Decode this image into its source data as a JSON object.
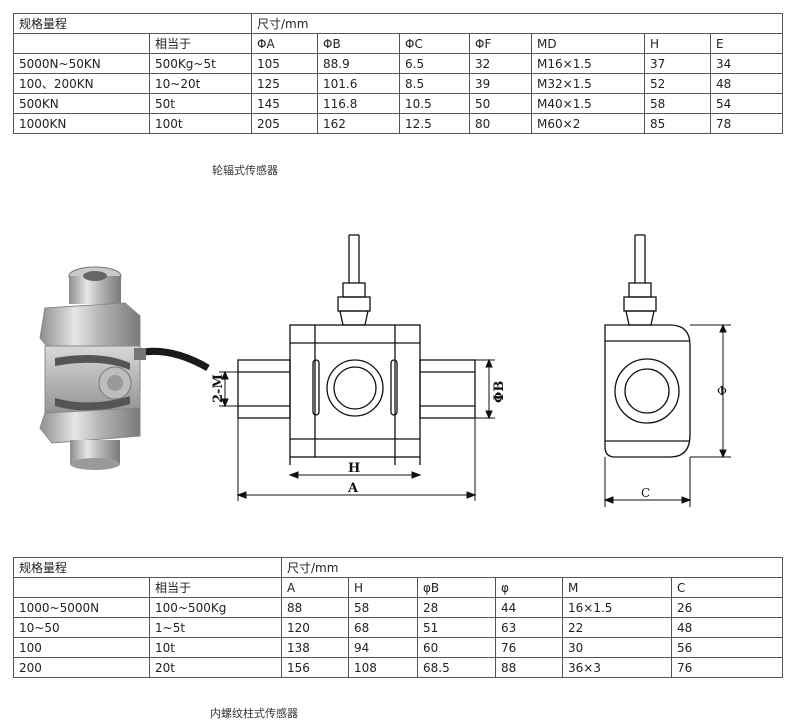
{
  "table1": {
    "header_spec": "规格量程",
    "header_size": "尺寸/mm",
    "cols": [
      "相当于",
      "ΦA",
      "ΦB",
      "ΦC",
      "ΦF",
      "MD",
      "H",
      "E"
    ],
    "rows": [
      [
        "5000N~50KN",
        "500Kg~5t",
        "105",
        "88.9",
        "6.5",
        "32",
        "M16×1.5",
        "37",
        "34"
      ],
      [
        "100、200KN",
        "10~20t",
        "125",
        "101.6",
        "8.5",
        "39",
        "M32×1.5",
        "52",
        "48"
      ],
      [
        "500KN",
        "50t",
        "145",
        "116.8",
        "10.5",
        "50",
        "M40×1.5",
        "58",
        "54"
      ],
      [
        "1000KN",
        "100t",
        "205",
        "162",
        "12.5",
        "80",
        "M60×2",
        "85",
        "78"
      ]
    ]
  },
  "caption1": "轮辐式传感器",
  "drawing": {
    "label_thread": "2-M",
    "label_H": "H",
    "label_A": "A",
    "label_B": "ΦB",
    "label_phi": "Φ",
    "label_C": "C"
  },
  "table2": {
    "header_spec": "规格量程",
    "header_size": "尺寸/mm",
    "cols": [
      "相当于",
      "A",
      "H",
      "φB",
      "φ",
      "M",
      "C"
    ],
    "rows": [
      [
        "1000~5000N",
        "100~500Kg",
        "88",
        "58",
        "28",
        "44",
        "16×1.5",
        "26"
      ],
      [
        "10~50",
        "1~5t",
        "120",
        "68",
        "51",
        "63",
        "22",
        "48"
      ],
      [
        "100",
        "10t",
        "138",
        "94",
        "60",
        "76",
        "30",
        "56"
      ],
      [
        "200",
        "20t",
        "156",
        "108",
        "68.5",
        "88",
        "36×3",
        "76"
      ]
    ]
  },
  "caption2": "内螺纹柱式传感器"
}
